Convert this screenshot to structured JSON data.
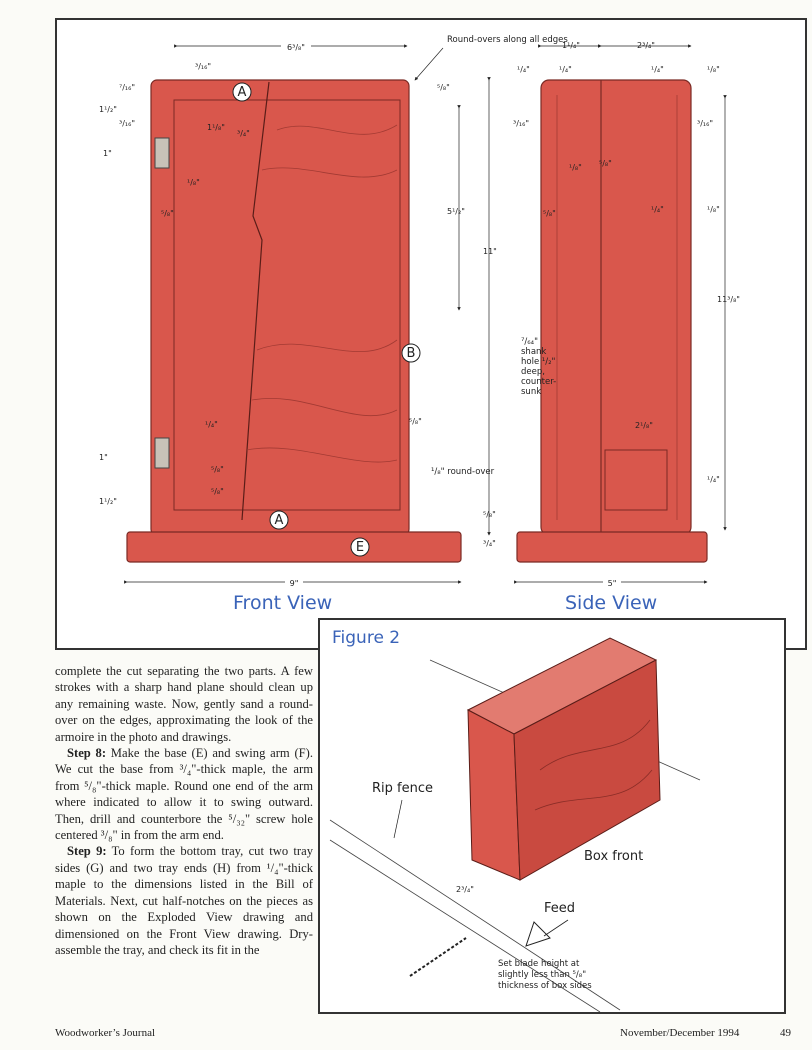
{
  "front_view": {
    "title": "Front View",
    "dims": {
      "top_width": "6³/₈\"",
      "top_3_16": "³/₁₆\"",
      "left_7_16": "⁷/₁₆\"",
      "left_1_5": "1¹/₂\"",
      "left_3_16": "³/₁₆\"",
      "left_1": "1\"",
      "inner_1_8": "1¹/₈\"",
      "inner_3_4": "³/₄\"",
      "inner_1_8b": "¹/₈\"",
      "left_5_8": "⁵/₈\"",
      "left_1_4": "¹/₄\"",
      "bottom_1": "1\"",
      "bottom_1_5": "1¹/₂\"",
      "bot_5_8a": "⁵/₈\"",
      "bot_5_8b": "⁵/₈\"",
      "right_5_8_top": "⁵/₈\"",
      "right_5_5": "5¹/₂\"",
      "right_11": "11\"",
      "right_5_8_mid": "⁵/₈\"",
      "right_5_8_bot": "⁵/₈\"",
      "right_3_4": "³/₄\"",
      "width_9": "9\""
    },
    "labels": {
      "part_a_top": "A",
      "part_a_bottom": "A",
      "part_b": "B",
      "part_e": "E",
      "roundover_top": "Round-overs along all edges",
      "roundover_bottom": "¹/₈\" round-over"
    }
  },
  "side_view": {
    "title": "Side View",
    "dims": {
      "top_1_25": "1¹/₄\"",
      "top_2_75": "2³/₄\"",
      "t_1_4a": "¹/₄\"",
      "t_1_4b": "¹/₄\"",
      "t_1_4c": "¹/₄\"",
      "t_1_8": "¹/₈\"",
      "l_3_16": "³/₁₆\"",
      "r_3_16": "³/₁₆\"",
      "m_1_8": "¹/₈\"",
      "m_5_8": "⁵/₈\"",
      "l_5_8": "⁵/₈\"",
      "r_1_4": "¹/₄\"",
      "r_1_8": "¹/₈\"",
      "height": "11³/₈\"",
      "inner_2_18": "2¹/₈\"",
      "bot_1_4": "¹/₄\"",
      "width_5": "5\""
    },
    "shank_note": [
      "⁷/₆₄\"",
      "shank",
      "hole ¹/₂\"",
      "deep,",
      "counter-",
      "sunk"
    ]
  },
  "figure2": {
    "title": "Figure 2",
    "rip_fence": "Rip fence",
    "box_front": "Box front",
    "feed": "Feed",
    "dim": "2³/₄\"",
    "blade_note": [
      "Set blade height at",
      "slightly less than ⁵/₈\"",
      "thickness of box sides"
    ]
  },
  "body": {
    "p1": "complete the cut separating the two parts. A few strokes with a sharp hand plane should clean up any remaining waste. Now, gently sand a round-over on the edges, approximating the look of the armoire in the photo and drawings.",
    "step8_label": "Step 8:",
    "step8_text": " Make the base (E) and swing arm (F). We cut the base from ³/₄\"-thick maple, the arm from ⁵/₈\"-thick maple. Round one end of the arm where indicated to allow it to swing outward. Then, drill and counterbore the ⁵/₃₂\" screw hole centered ³/₈\" in from the arm end.",
    "step9_label": "Step 9:",
    "step9_text": " To form the bottom tray, cut two tray sides (G) and two tray ends (H) from ¹/₄\"-thick maple to the dimensions listed in the Bill of Materials. Next, cut half-notches on the pieces as shown on the Exploded View drawing and dimensioned on the Front View drawing. Dry-assemble the tray, and check its fit in the"
  },
  "footer": {
    "left": "Woodworker’s Journal",
    "date": "November/December 1994",
    "page": "49"
  },
  "colors": {
    "wood": "#d9574c",
    "wood_dark": "#b2413a",
    "title_blue": "#3a63b8"
  }
}
